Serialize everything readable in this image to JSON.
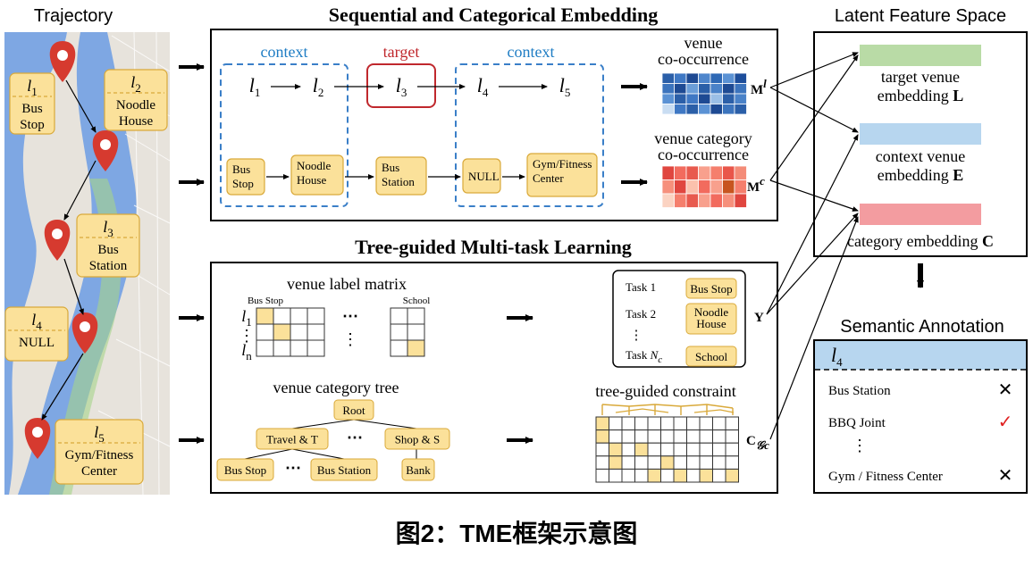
{
  "trajectory": {
    "title": "Trajectory",
    "points": [
      {
        "id": "l1",
        "lbase": "l",
        "lsub": "1",
        "name_lines": [
          "Bus",
          "Stop"
        ]
      },
      {
        "id": "l2",
        "lbase": "l",
        "lsub": "2",
        "name_lines": [
          "Noodle",
          "House"
        ]
      },
      {
        "id": "l3",
        "lbase": "l",
        "lsub": "3",
        "name_lines": [
          "Bus",
          "Station"
        ]
      },
      {
        "id": "l4",
        "lbase": "l",
        "lsub": "4",
        "name_lines": [
          "NULL"
        ]
      },
      {
        "id": "l5",
        "lbase": "l",
        "lsub": "5",
        "name_lines": [
          "Gym/Fitness",
          "Center"
        ]
      }
    ]
  },
  "embedding": {
    "title": "Sequential and Categorical Embedding",
    "context_label": "context",
    "target_label": "target",
    "seq": [
      {
        "base": "l",
        "sub": "1"
      },
      {
        "base": "l",
        "sub": "2"
      },
      {
        "base": "l",
        "sub": "3"
      },
      {
        "base": "l",
        "sub": "4"
      },
      {
        "base": "l",
        "sub": "5"
      }
    ],
    "categories": [
      {
        "lines": [
          "Bus",
          "Stop"
        ]
      },
      {
        "lines": [
          "Noodle",
          "House"
        ]
      },
      {
        "lines": [
          "Bus",
          "Station"
        ]
      },
      {
        "lines": [
          "NULL"
        ]
      },
      {
        "lines": [
          "Gym/Fitness",
          "Center"
        ]
      }
    ],
    "venue_cooc_lines": [
      "venue",
      "co-occurrence"
    ],
    "category_cooc_lines": [
      "venue category",
      "co-occurrence"
    ],
    "m_venue": {
      "base": "M",
      "sup": "l"
    },
    "m_category": {
      "base": "M",
      "sup": "c"
    },
    "venue_matrix_colors": [
      [
        "#2b5fa8",
        "#3f78c4",
        "#1e4a93",
        "#4f86cc",
        "#2f69b5",
        "#5b92d4",
        "#1d4e9b"
      ],
      [
        "#3c74bd",
        "#1e4a93",
        "#6b9ed8",
        "#2b5fa8",
        "#4a82c8",
        "#1e4a93",
        "#3c74bd"
      ],
      [
        "#5b92d4",
        "#2b5fa8",
        "#3f78c4",
        "#1e4a93",
        "#9bbfe6",
        "#2b5fa8",
        "#4a82c8"
      ],
      [
        "#c9ddf2",
        "#3f78c4",
        "#2b5fa8",
        "#5b92d4",
        "#1e4a93",
        "#3c74bd",
        "#2b5fa8"
      ]
    ],
    "category_matrix_colors": [
      [
        "#e0463f",
        "#f26b5e",
        "#e85a4e",
        "#f8a08d",
        "#f57f6d",
        "#e9564a",
        "#f48c78"
      ],
      [
        "#f6907c",
        "#e0463f",
        "#fbc1ad",
        "#f26b5e",
        "#f8a08d",
        "#c7551f",
        "#f57f6d"
      ],
      [
        "#fbd3c2",
        "#f57f6d",
        "#e85a4e",
        "#f8a08d",
        "#f26b5e",
        "#f6907c",
        "#e0463f"
      ]
    ]
  },
  "latent": {
    "title": "Latent Feature Space",
    "target_lines": [
      "target venue",
      "embedding"
    ],
    "target_symbol": "L",
    "context_lines": [
      "context venue",
      "embedding"
    ],
    "context_symbol": "E",
    "category_line": "category embedding",
    "category_symbol": "C",
    "bar_colors": [
      "#b9dba6",
      "#b7d6ef",
      "#f39ca0"
    ]
  },
  "multitask": {
    "title": "Tree-guided Multi-task Learning",
    "label_matrix_title": "venue label matrix",
    "bus_stop_col": "Bus Stop",
    "school_col": "School",
    "row_labels": [
      {
        "base": "l",
        "sub": "1"
      },
      {
        "base": "",
        "sub": ""
      },
      {
        "base": "l",
        "sub": "n"
      }
    ],
    "ellipsis": "⋯",
    "vellipsis": "⋮",
    "tasks": [
      {
        "name": "Task 1",
        "label_lines": [
          "Bus Stop"
        ]
      },
      {
        "name": "Task 2",
        "label_lines": [
          "Noodle",
          "House"
        ]
      },
      {
        "name": "Task N",
        "sub": "c",
        "label_lines": [
          "School"
        ]
      }
    ],
    "y_symbol": "Y",
    "tree_title": "venue category tree",
    "tree": {
      "root": "Root",
      "mid": [
        "Travel & T",
        "Shop & S"
      ],
      "leaves": [
        "Bus Stop",
        "Bus Station",
        "Bank"
      ]
    },
    "constraint_title": "tree-guided constraint",
    "constraint_symbol": {
      "base": "C",
      "sub": "𝒢c"
    },
    "constraint_cells": [
      [
        1,
        0,
        0,
        0,
        0,
        0,
        0,
        0,
        0,
        0,
        0
      ],
      [
        1,
        0,
        0,
        0,
        0,
        0,
        0,
        0,
        0,
        0,
        0
      ],
      [
        0,
        1,
        0,
        1,
        0,
        0,
        0,
        0,
        0,
        0,
        0
      ],
      [
        0,
        1,
        0,
        0,
        0,
        1,
        0,
        0,
        0,
        0,
        0
      ],
      [
        0,
        0,
        0,
        0,
        1,
        0,
        1,
        0,
        1,
        0,
        1
      ]
    ]
  },
  "annotation": {
    "title": "Semantic Annotation",
    "header": {
      "base": "l",
      "sub": "4"
    },
    "items": [
      {
        "name": "Bus Station",
        "mark": "✕",
        "mark_color": "#000000"
      },
      {
        "name": "BBQ Joint",
        "mark": "✓",
        "mark_color": "#e02020"
      },
      {
        "name": "⋮",
        "mark": "",
        "mark_color": "#000000"
      },
      {
        "name": "Gym / Fitness Center",
        "mark": "✕",
        "mark_color": "#000000"
      }
    ],
    "header_color": "#b7d6ef"
  },
  "caption": "图2：TME框架示意图"
}
